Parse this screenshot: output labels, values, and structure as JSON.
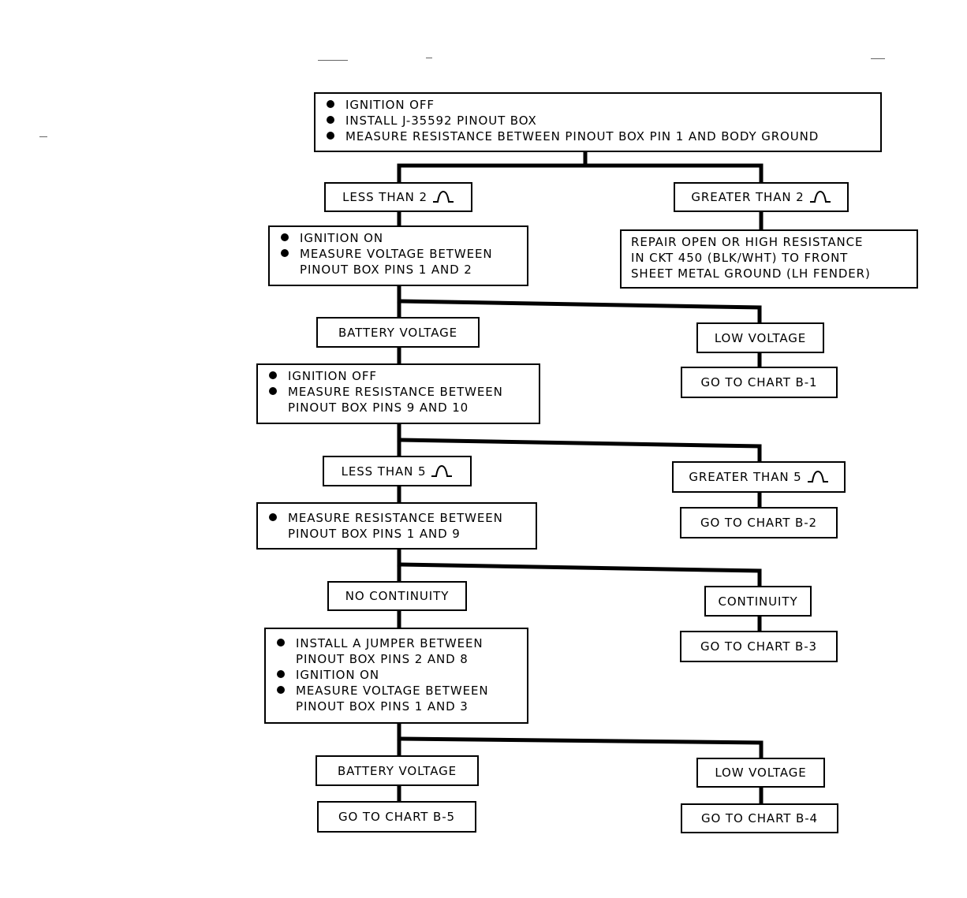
{
  "flowchart": {
    "start": {
      "steps": [
        "IGNITION OFF",
        "INSTALL J-35592 PINOUT BOX",
        "MEASURE RESISTANCE BETWEEN PINOUT BOX PIN 1 AND BODY GROUND"
      ]
    },
    "branch1": {
      "left_label": "LESS THAN 2",
      "right_label": "GREATER THAN 2",
      "right_result": [
        "REPAIR OPEN OR HIGH RESISTANCE",
        "IN CKT 450 (BLK/WHT) TO FRONT",
        "SHEET METAL GROUND (LH FENDER)"
      ]
    },
    "step2": {
      "steps": [
        "IGNITION ON",
        "MEASURE VOLTAGE BETWEEN\nPINOUT BOX PINS 1 AND 2"
      ]
    },
    "branch2": {
      "left_label": "BATTERY VOLTAGE",
      "right_label": "LOW VOLTAGE",
      "right_result": "GO TO CHART B-1"
    },
    "step3": {
      "steps": [
        "IGNITION OFF",
        "MEASURE RESISTANCE BETWEEN\nPINOUT BOX PINS 9 AND 10"
      ]
    },
    "branch3": {
      "left_label": "LESS THAN 5",
      "right_label": "GREATER THAN 5",
      "right_result": "GO TO CHART B-2"
    },
    "step4": {
      "steps": [
        "MEASURE RESISTANCE BETWEEN\nPINOUT BOX PINS 1 AND 9"
      ]
    },
    "branch4": {
      "left_label": "NO CONTINUITY",
      "right_label": "CONTINUITY",
      "right_result": "GO TO CHART B-3"
    },
    "step5": {
      "steps": [
        "INSTALL A JUMPER BETWEEN\nPINOUT BOX PINS 2 AND 8",
        "IGNITION ON",
        "MEASURE VOLTAGE BETWEEN\nPINOUT BOX PINS 1 AND 3"
      ]
    },
    "branch5": {
      "left_label": "BATTERY VOLTAGE",
      "left_result": "GO TO CHART B-5",
      "right_label": "LOW VOLTAGE",
      "right_result": "GO TO CHART B-4"
    }
  },
  "icons": {
    "ohm_symbol": "ohm-icon"
  }
}
